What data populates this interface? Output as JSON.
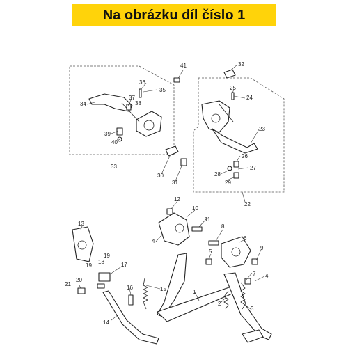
{
  "header": {
    "title": "Na obrázku díl číslo 1"
  },
  "group_labels": {
    "left_assembly": "33",
    "right_assembly": "22"
  },
  "callouts": [
    "41",
    "32",
    "36",
    "35",
    "37",
    "38",
    "34",
    "39",
    "40",
    "25",
    "24",
    "23",
    "26",
    "27",
    "28",
    "29",
    "30",
    "31",
    "12",
    "10",
    "11",
    "13",
    "8",
    "6",
    "9",
    "4",
    "5",
    "19",
    "18",
    "19",
    "17",
    "21",
    "20",
    "16",
    "15",
    "14",
    "1",
    "2",
    "3",
    "7",
    "4"
  ]
}
